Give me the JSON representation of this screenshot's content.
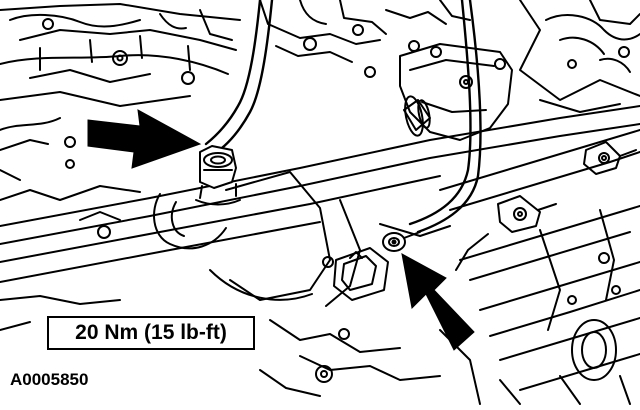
{
  "diagram": {
    "callouts": {
      "torque_spec": "20 Nm (15 lb-ft)"
    },
    "figure_id": "A0005850",
    "arrows": [
      {
        "name": "upper-left-arrow",
        "points_to": "upper-bolt"
      },
      {
        "name": "lower-right-arrow",
        "points_to": "lower-bolt"
      }
    ],
    "colors": {
      "ink": "#000000",
      "paper": "#ffffff"
    }
  }
}
